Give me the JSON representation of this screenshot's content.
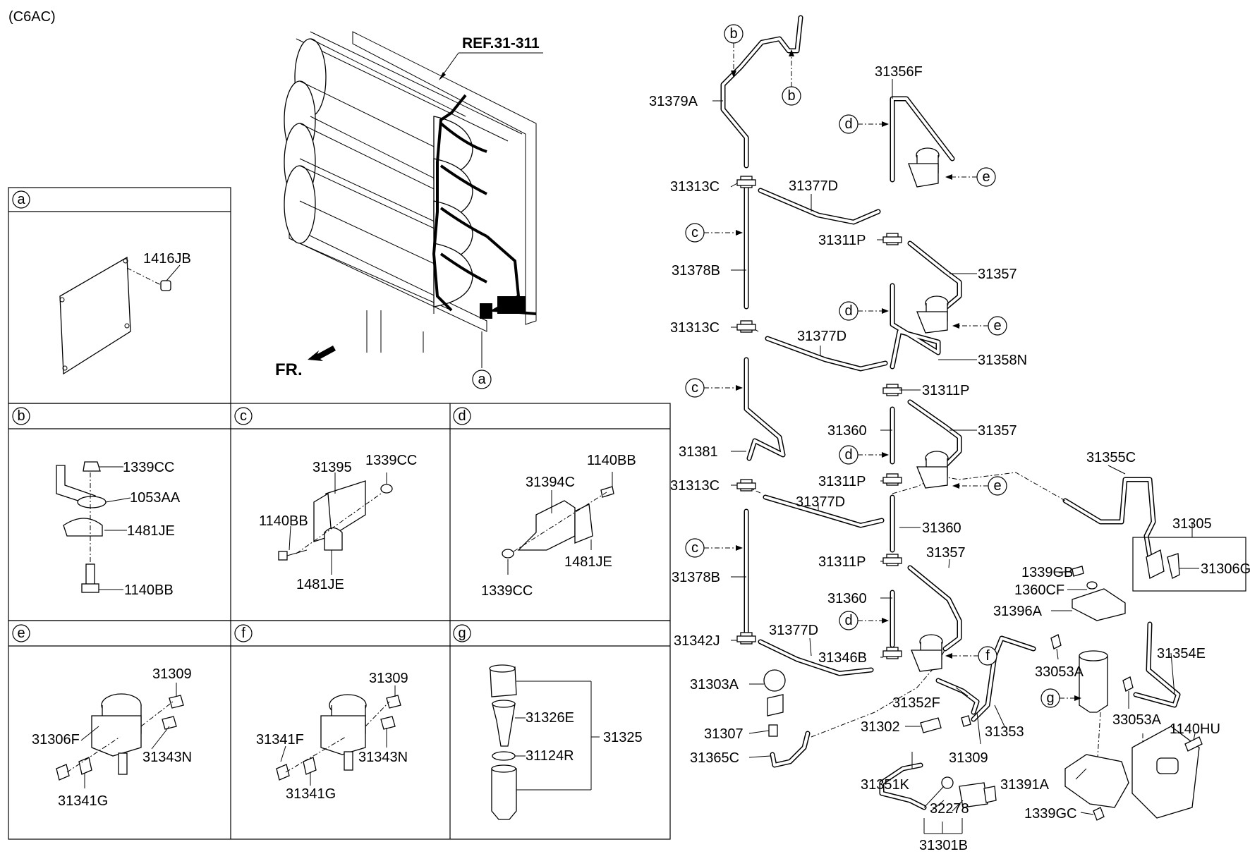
{
  "model_code": "(C6AC)",
  "ref_label": "REF.31-311",
  "front_label": "FR.",
  "callout_markers": [
    "a",
    "b",
    "c",
    "d",
    "e",
    "f",
    "g"
  ],
  "panels": {
    "a": {
      "letter": "a",
      "parts": [
        "1416JB"
      ]
    },
    "b": {
      "letter": "b",
      "parts": [
        "1339CC",
        "1053AA",
        "1481JE",
        "1140BB"
      ]
    },
    "c": {
      "letter": "c",
      "parts": [
        "31395",
        "1339CC",
        "1140BB",
        "1481JE"
      ]
    },
    "d": {
      "letter": "d",
      "parts": [
        "31394C",
        "1140BB",
        "1481JE",
        "1339CC"
      ]
    },
    "e": {
      "letter": "e",
      "parts": [
        "31309",
        "31306F",
        "31343N",
        "31341G"
      ]
    },
    "f": {
      "letter": "f",
      "parts": [
        "31309",
        "31341F",
        "31343N",
        "31341G"
      ]
    },
    "g": {
      "letter": "g",
      "parts": [
        "31326E",
        "31124R",
        "31325"
      ]
    }
  },
  "main_labels": {
    "p31379A": "31379A",
    "p31356F": "31356F",
    "p31313C_1": "31313C",
    "p31377D_1": "31377D",
    "p31311P_1": "31311P",
    "p31357_1": "31357",
    "p31378B_1": "31378B",
    "p31313C_2": "31313C",
    "p31377D_2": "31377D",
    "p31358N": "31358N",
    "p31311P_2": "31311P",
    "p31360_1": "31360",
    "p31357_2": "31357",
    "p31381": "31381",
    "p31313C_3": "31313C",
    "p31311P_3": "31311P",
    "p31377D_3": "31377D",
    "p31355C": "31355C",
    "p31360_2": "31360",
    "p31305": "31305",
    "p31311P_4": "31311P",
    "p31357_3": "31357",
    "p31306G": "31306G",
    "p31378B_2": "31378B",
    "p1339GB": "1339GB",
    "p1360CF": "1360CF",
    "p31360_3": "31360",
    "p31396A": "31396A",
    "p31342J": "31342J",
    "p31377D_4": "31377D",
    "p31346B": "31346B",
    "p31354E": "31354E",
    "p33053A_1": "33053A",
    "p31303A": "31303A",
    "p31352F": "31352F",
    "p33053A_2": "33053A",
    "p31307": "31307",
    "p31302": "31302",
    "p31353": "31353",
    "p1140HU": "1140HU",
    "p31365C": "31365C",
    "p31309": "31309",
    "p31351K": "31351K",
    "p31391A": "31391A",
    "p32278": "32278",
    "p1339GC": "1339GC",
    "p31301B": "31301B"
  }
}
